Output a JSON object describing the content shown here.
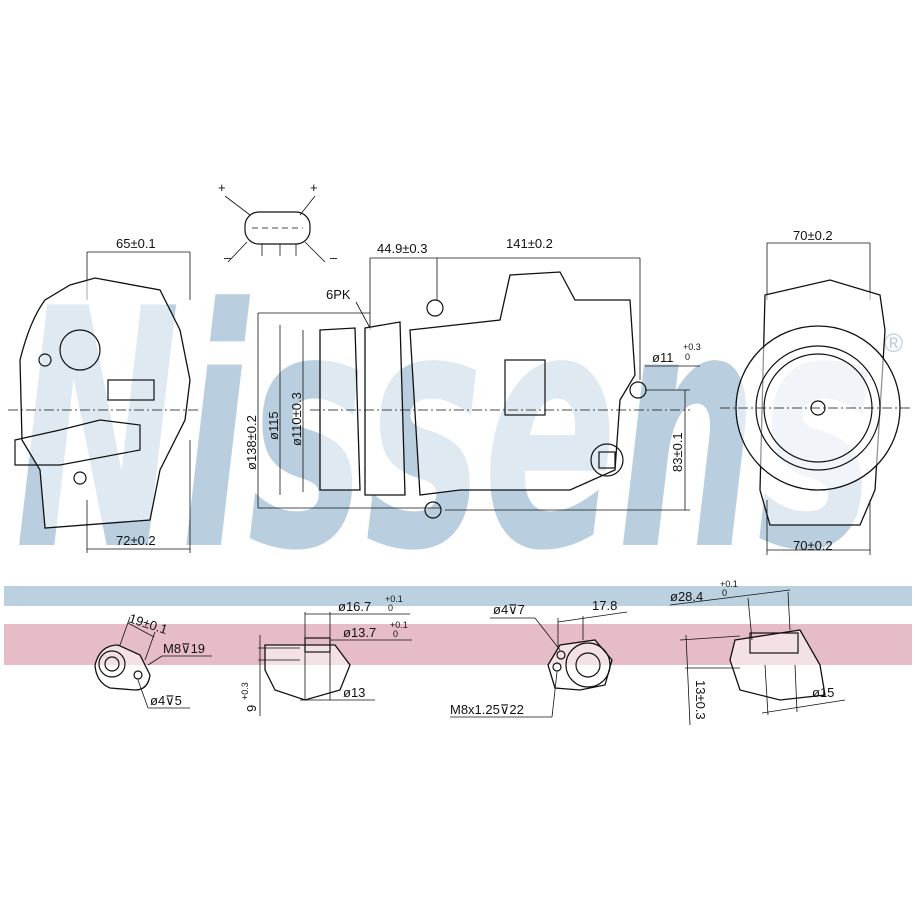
{
  "watermark": {
    "brand": "Nissens",
    "registered": "®"
  },
  "colors": {
    "band_blue": "#bcd1e0",
    "band_red": "#e6bcc6",
    "line": "#111111"
  },
  "connector": {
    "pins": [
      "+",
      "+",
      "–",
      "–"
    ]
  },
  "left_view": {
    "width_top": "65±0.1",
    "width_bottom": "72±0.2"
  },
  "front_view": {
    "offset": "44.9±0.3",
    "length": "141±0.2",
    "belt": "6PK",
    "dia_outer": "ø138±0.2",
    "dia_pulley": "ø115",
    "dia_inner": "ø110±0.3",
    "mount_hole": "ø11",
    "mount_hole_tol": "+0.3",
    "mount_hole_tol_low": "0",
    "mount_height": "83±0.1"
  },
  "right_view": {
    "width_top": "70±0.2",
    "width_bottom": "70±0.2"
  },
  "details": {
    "d1": {
      "pitch": "19±0.1",
      "thread": "M8⊽19",
      "pin": "ø4⊽5"
    },
    "d2": {
      "outer": "ø16.7",
      "outer_tol": "+0.1",
      "inner": "ø13.7",
      "inner_tol": "+0.1",
      "zero": "0",
      "bore": "ø13",
      "height": "9",
      "height_tol": "+0.3"
    },
    "d3": {
      "pin": "ø4⊽7",
      "pitch": "17.8",
      "thread": "M8x1.25⊽22"
    },
    "d4": {
      "outer": "ø28.4",
      "outer_tol": "+0.1",
      "zero": "0",
      "height": "13±0.3",
      "bore": "ø15"
    }
  }
}
